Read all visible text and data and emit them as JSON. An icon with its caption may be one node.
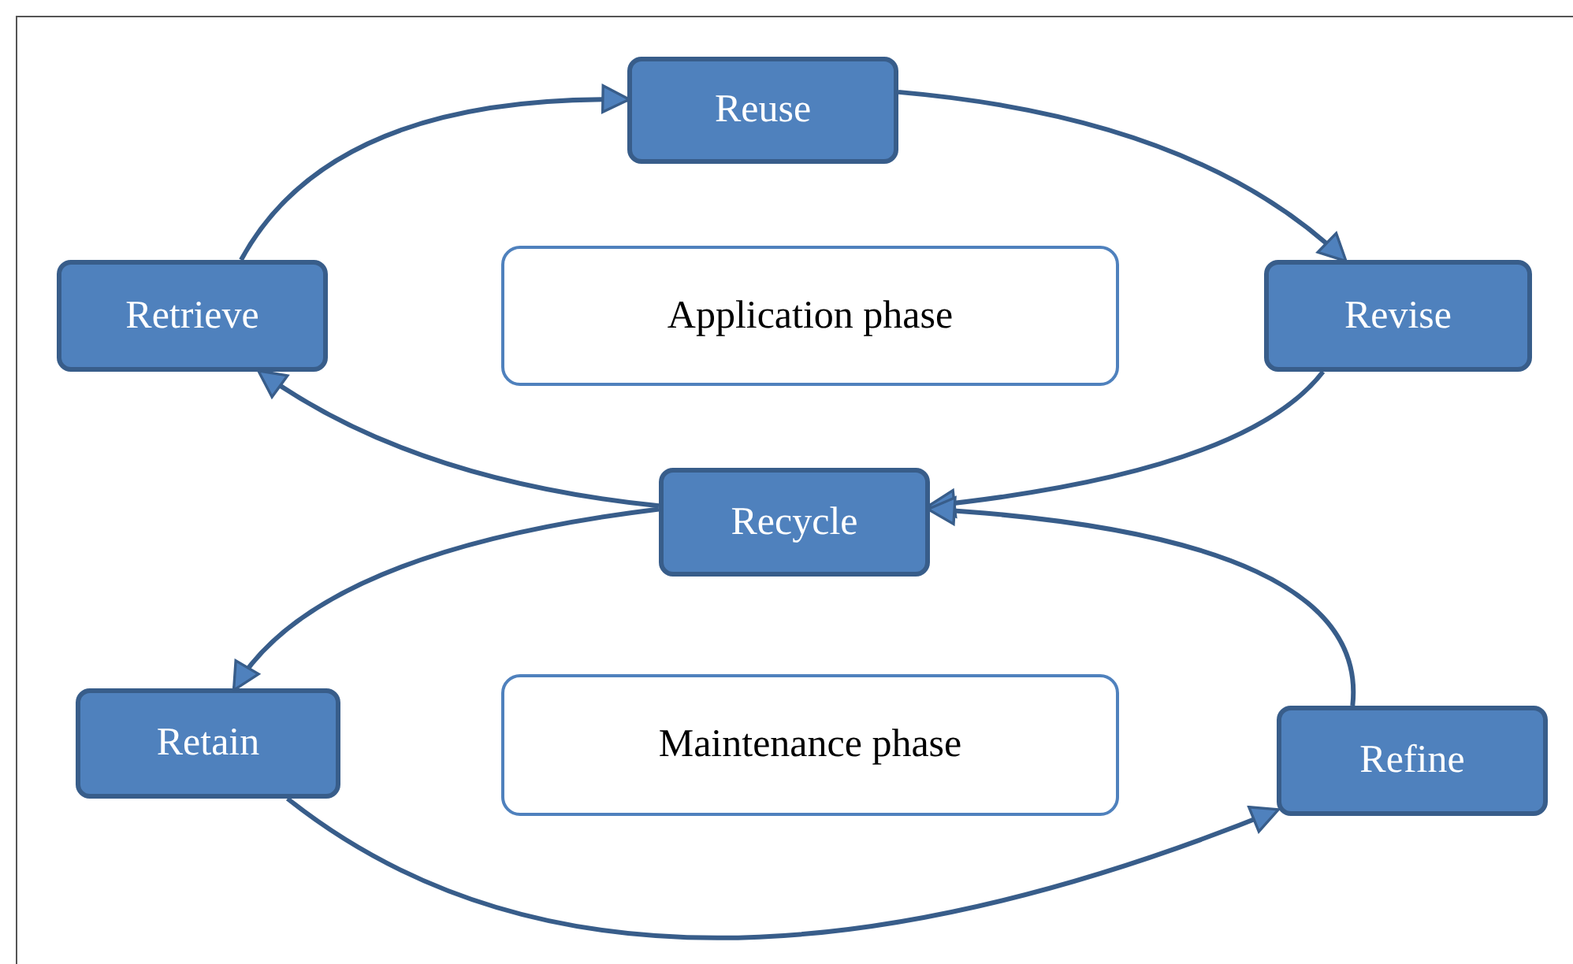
{
  "diagram": {
    "nodes": [
      {
        "text": [
          "Reuse"
        ]
      },
      {
        "text": [
          "Revise"
        ]
      },
      {
        "text": [
          "Retrieve"
        ]
      },
      {
        "text": [
          "Application phase"
        ]
      },
      {
        "text": [
          "Recycle"
        ]
      },
      {
        "text": [
          "Retain"
        ]
      },
      {
        "text": [
          "Maintenance phase"
        ]
      },
      {
        "text": [
          "Refine"
        ]
      }
    ],
    "edges": [
      {
        "from": 2,
        "to": 0,
        "arrow": "to"
      },
      {
        "from": 0,
        "to": 1,
        "arrow": "to"
      },
      {
        "from": 1,
        "to": 4,
        "arrow": "to"
      },
      {
        "from": 4,
        "to": 2,
        "arrow": "to"
      },
      {
        "from": 4,
        "to": 5,
        "arrow": "to"
      },
      {
        "from": 5,
        "to": 7,
        "arrow": "to"
      },
      {
        "from": 7,
        "to": 4,
        "arrow": "to"
      }
    ]
  }
}
